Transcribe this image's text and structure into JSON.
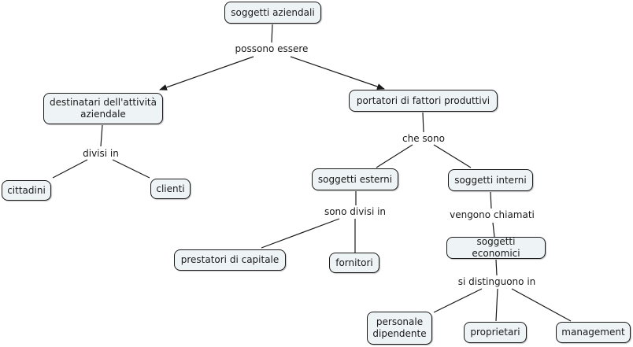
{
  "concept_map": {
    "nodes": {
      "soggetti_aziendali": "soggetti aziendali",
      "destinatari": "destinatari dell'attività aziendale",
      "portatori": "portatori di fattori produttivi",
      "cittadini": "cittadini",
      "clienti": "clienti",
      "soggetti_esterni": "soggetti esterni",
      "soggetti_interni": "soggetti interni",
      "prestatori": "prestatori di capitale",
      "fornitori": "fornitori",
      "soggetti_economici": "soggetti economici",
      "personale": "personale dipendente",
      "proprietari": "proprietari",
      "management": "management"
    },
    "links": {
      "possono_essere": "possono essere",
      "divisi_in": "divisi in",
      "che_sono": "che sono",
      "sono_divisi_in": "sono divisi in",
      "vengono_chiamati": "vengono chiamati",
      "si_distinguono_in": "si distinguono in"
    },
    "colors": {
      "node_fill": "#eef3f6",
      "node_border": "#1a1a1a",
      "line": "#1a1a1a"
    }
  }
}
